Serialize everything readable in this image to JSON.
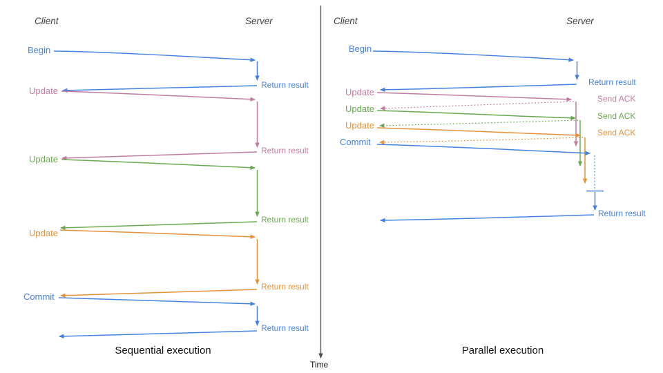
{
  "colors": {
    "blue": "#4580e0",
    "pink": "#c27ba0",
    "green": "#6aa84f",
    "orange": "#e69138",
    "axis": "#4d4d4d",
    "header": "#3d3d3d",
    "title": "#111111"
  },
  "panels": {
    "left": {
      "title": "Sequential execution",
      "client": "Client",
      "server": "Server",
      "rows": [
        {
          "request": "Begin",
          "response": "Return result"
        },
        {
          "request": "Update",
          "response": "Return result"
        },
        {
          "request": "Update",
          "response": "Return result"
        },
        {
          "request": "Update",
          "response": "Return result"
        },
        {
          "request": "Commit",
          "response": "Return result"
        }
      ]
    },
    "right": {
      "title": "Parallel execution",
      "client": "Client",
      "server": "Server",
      "rows": [
        {
          "request": "Begin",
          "response": "Return result"
        },
        {
          "request": "Update",
          "response": "Send ACK"
        },
        {
          "request": "Update",
          "response": "Send ACK"
        },
        {
          "request": "Update",
          "response": "Send ACK"
        },
        {
          "request": "Commit",
          "response": "Return result"
        }
      ]
    }
  },
  "time_axis": {
    "label": "Time"
  }
}
